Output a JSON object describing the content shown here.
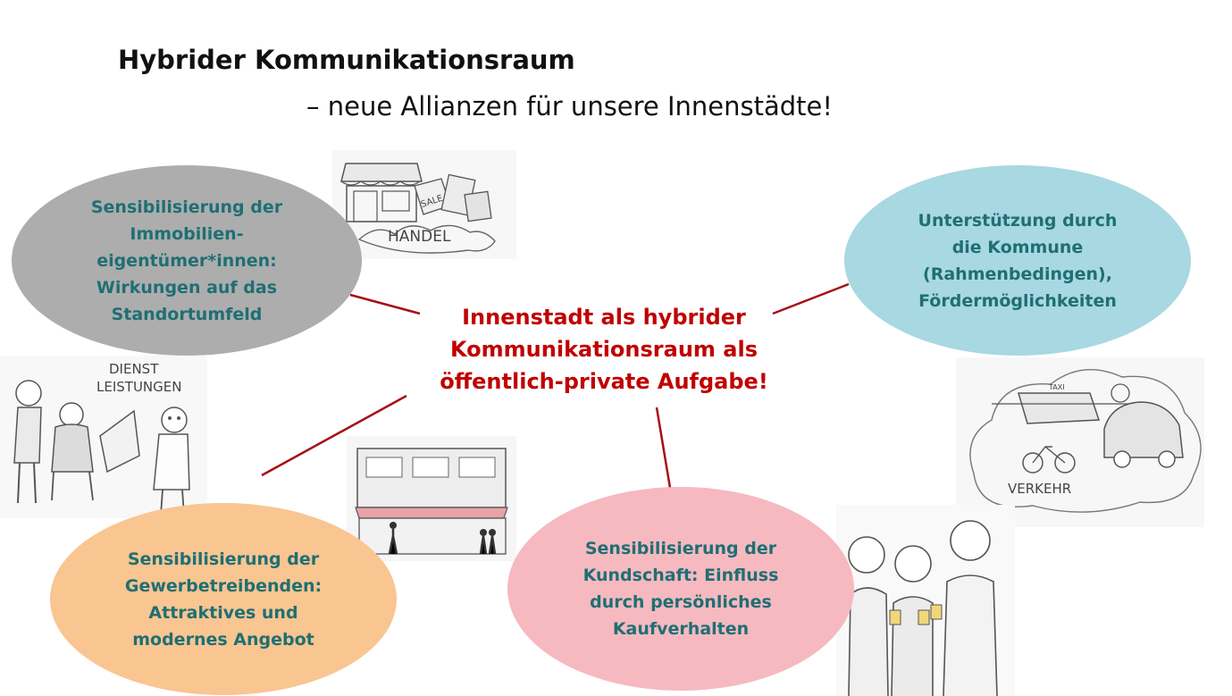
{
  "header": {
    "title": "Hybrider Kommunikationsraum",
    "subtitle": "– neue Allianzen für unsere Innenstädte!"
  },
  "center": {
    "line1": "Innenstadt als hybrider",
    "line2": "Kommunikationsraum als",
    "line3": "öffentlich-private Aufgabe!"
  },
  "nodes": [
    {
      "lines": [
        "Sensibilisierung der",
        "Immobilien-",
        "eigentümer*innen:",
        "Wirkungen auf das",
        "Standortumfeld"
      ],
      "color": "#adadad"
    },
    {
      "lines": [
        "Unterstützung durch",
        "die Kommune",
        "(Rahmenbedingen),",
        "Fördermöglichkeiten"
      ],
      "color": "#a8d8e2"
    },
    {
      "lines": [
        "Sensibilisierung der",
        "Gewerbetreibenden:",
        "Attraktives und",
        "modernes Angebot"
      ],
      "color": "#f9c591"
    },
    {
      "lines": [
        "Sensibilisierung der",
        "Kundschaft: Einfluss",
        "durch persönliches",
        "Kaufverhalten"
      ],
      "color": "#f6b9c0"
    }
  ],
  "sketch_labels": {
    "handel": "HANDEL",
    "sale": "SALE",
    "dienst": "DIENST",
    "leistungen": "LEISTUNGEN",
    "verkehr": "VERKEHR",
    "taxi": "TAXI"
  },
  "colors": {
    "connector": "#a50f15",
    "center_text": "#c00000",
    "node_text": "#1f6f73"
  },
  "icons": [
    "shop-sketch-icon",
    "service-people-sketch-icon",
    "storefront-sketch-icon",
    "traffic-sketch-icon",
    "people-toasting-sketch-icon"
  ]
}
